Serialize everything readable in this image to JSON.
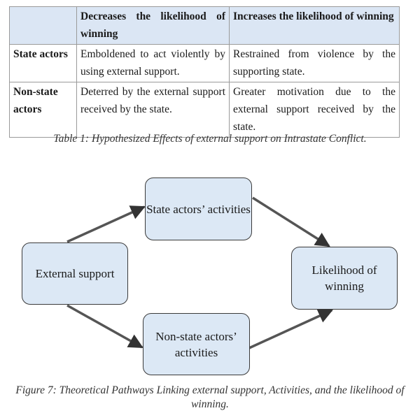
{
  "table": {
    "headers": [
      "",
      "Decreases the likelihood of winning",
      "Increases the likelihood of winning"
    ],
    "rows": [
      {
        "label": "State actors",
        "decreases": "Emboldened to act violently by using external support.",
        "increases": "Restrained from violence by the supporting state."
      },
      {
        "label": "Non-state actors",
        "decreases": "Deterred by the external support received by the state.",
        "increases": "Greater motivation due to the external support received by the state."
      }
    ],
    "caption": "Table 1: Hypothesized Effects of external support on Intrastate Conflict."
  },
  "figure": {
    "nodes": {
      "external": "External support",
      "state": "State actors’ activities",
      "nonstate": "Non-state actors’ activities",
      "outcome": "Likelihood of winning"
    },
    "caption": "Figure 7: Theoretical Pathways Linking external support, Activities, and the likelihood of winning.",
    "colors": {
      "box_fill": "#dce8f5",
      "arrow": "#555555",
      "header_fill": "#dbe6f4"
    }
  }
}
